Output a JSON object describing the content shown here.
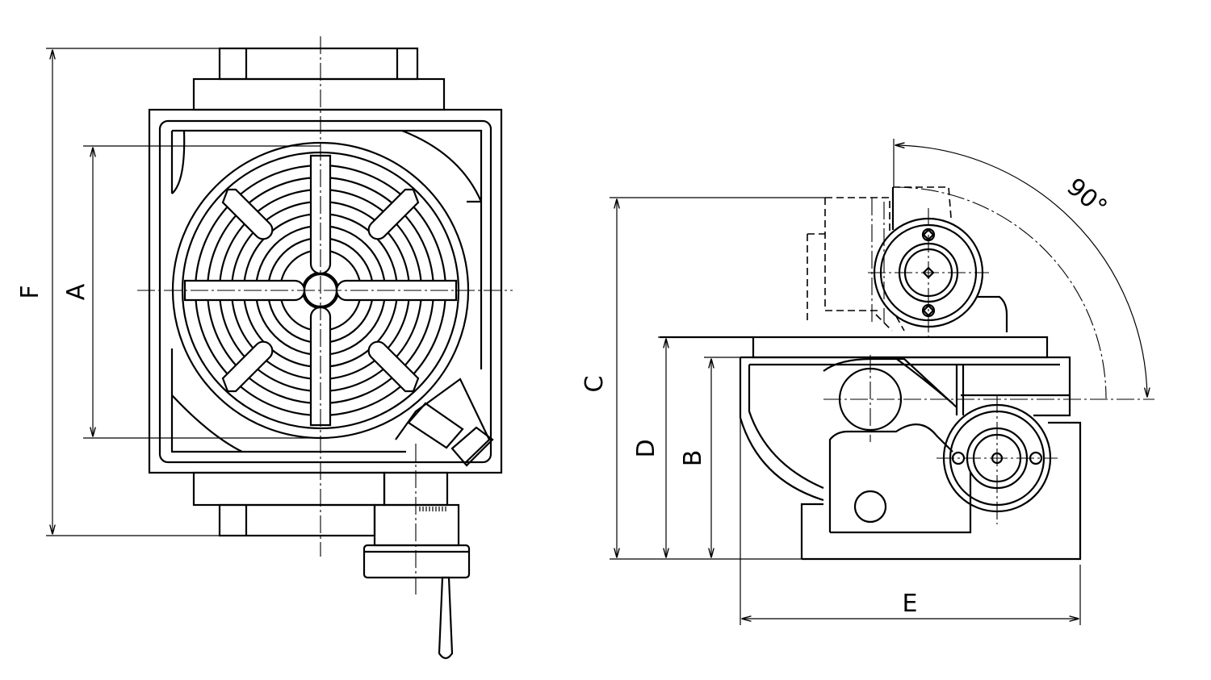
{
  "dimension_labels": {
    "F": "F",
    "A": "A",
    "C": "C",
    "D": "D",
    "B": "B",
    "E": "E"
  },
  "angle_label": "90°"
}
